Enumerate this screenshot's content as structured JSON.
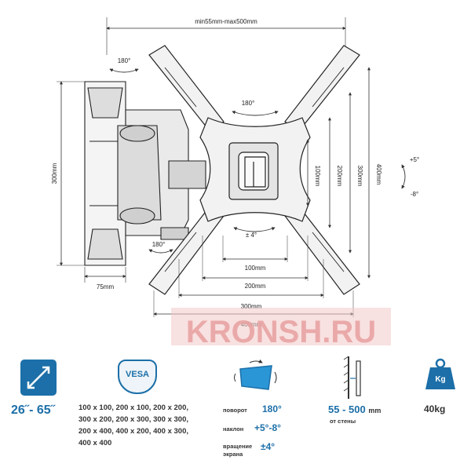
{
  "dimensions": {
    "width_range": "min55mm-max500mm",
    "wall_height": "300mm",
    "wall_depth": "75mm",
    "vesa_h_100": "100mm",
    "vesa_h_200": "200mm",
    "vesa_h_300": "300mm",
    "vesa_h_400": "400mm",
    "vesa_v_100": "100mm",
    "vesa_v_200": "200mm",
    "vesa_v_300": "300mm",
    "vesa_v_400": "400mm",
    "rotate_top": "180°",
    "rotate_center": "180°",
    "rotate_bottom": "180°",
    "screen_rotate": "± 4°",
    "tilt_up": "+5°",
    "tilt_down": "-8°"
  },
  "watermark": "KRONSH.RU",
  "specs": {
    "screen_size": "26˝- 65˝",
    "vesa_badge": "VESA",
    "vesa_sizes": [
      "100 x 100, 200 x 100, 200 x 200,",
      "300 x 200, 200 x 300, 300 x 300,",
      "200 x 400, 400 x 200, 400 x 300,",
      "400 x 400"
    ],
    "swivel_label": "поворот",
    "swivel_value": "180°",
    "tilt_label": "наклон",
    "tilt_value": "+5°-8°",
    "rotation_label_1": "вращение",
    "rotation_label_2": "экрана",
    "rotation_value": "±4°",
    "distance_value": "55 - 500",
    "distance_unit": "mm",
    "distance_label": "от стены",
    "load_badge": "Kg",
    "load_value": "40kg"
  },
  "colors": {
    "accent": "#1c6fa8",
    "watermark": "#e8a0a0"
  }
}
